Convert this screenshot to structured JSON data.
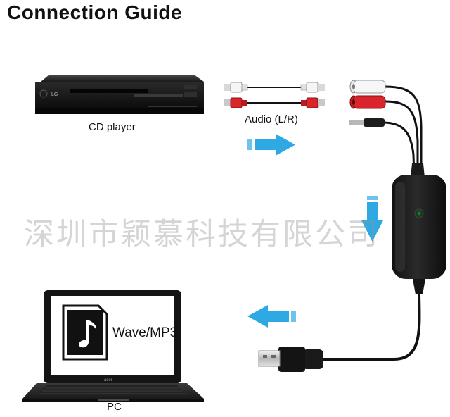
{
  "title": "Connection Guide",
  "devices": {
    "cd_player": {
      "label": "CD player",
      "logo": "LG"
    },
    "cable": {
      "label": "Audio (L/R)"
    },
    "pc": {
      "label": "PC",
      "brand": "acer"
    }
  },
  "screen": {
    "file_label": "Wave/MP3",
    "icon": "music-note-icon"
  },
  "watermark": "深圳市颖慕科技有限公司",
  "colors": {
    "arrow": "#2fa9e4",
    "rca_red": "#d8262c",
    "rca_white": "#e6e6e6",
    "device_body": "#1c1c1c"
  }
}
